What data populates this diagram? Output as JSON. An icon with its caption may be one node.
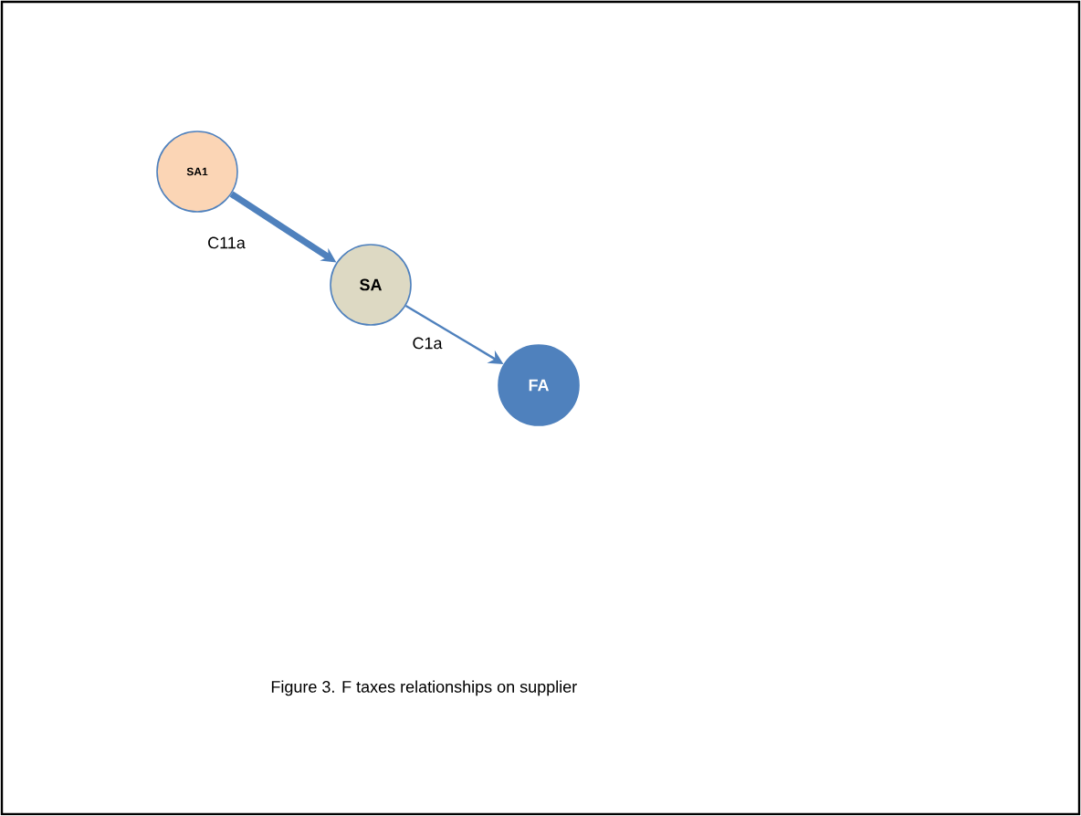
{
  "diagram": {
    "caption": "Figure 3. F taxes relationships on supplier",
    "nodes": [
      {
        "text": [
          "SA1"
        ]
      },
      {
        "text": [
          "SA"
        ]
      },
      {
        "text": [
          "FA"
        ]
      }
    ],
    "edges": [
      {
        "from": 0,
        "to": 1,
        "arrow": "to",
        "label": "C11a",
        "style": "thick"
      },
      {
        "from": 1,
        "to": 2,
        "arrow": "to",
        "label": "C1a"
      }
    ]
  }
}
